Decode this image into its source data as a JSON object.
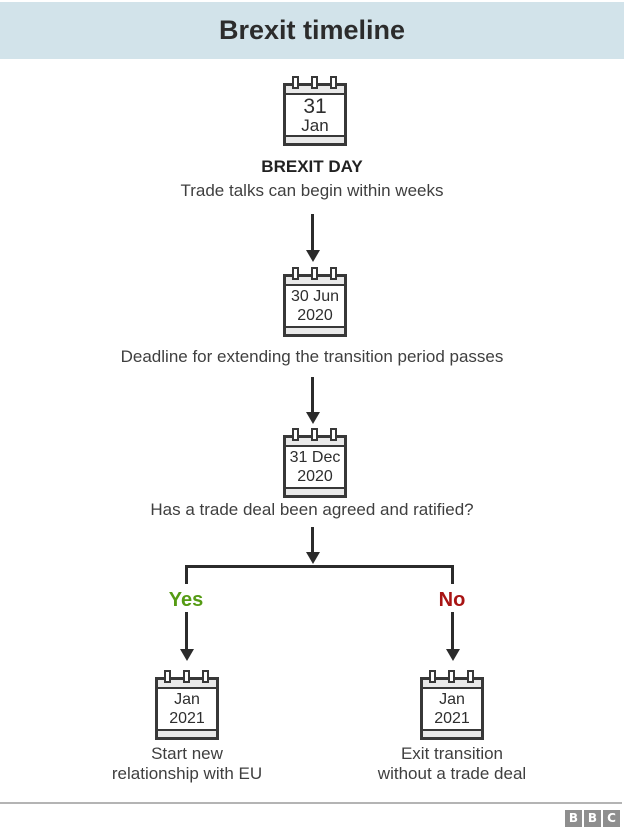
{
  "header": {
    "title": "Brexit timeline"
  },
  "steps": {
    "brexit_day": {
      "calendar": {
        "line1": "31",
        "line2": "Jan"
      },
      "heading": "BREXIT DAY",
      "caption": "Trade talks can begin within weeks"
    },
    "transition_deadline": {
      "calendar": {
        "line1": "30 Jun",
        "line2": "2020"
      },
      "caption": "Deadline for extending the transition period passes"
    },
    "trade_deal_question": {
      "calendar": {
        "line1": "31 Dec",
        "line2": "2020"
      },
      "caption": "Has a trade deal been agreed and ratified?"
    }
  },
  "branch": {
    "yes": {
      "label": "Yes",
      "calendar": {
        "line1": "Jan",
        "line2": "2021"
      },
      "caption": "Start new\nrelationship with EU"
    },
    "no": {
      "label": "No",
      "calendar": {
        "line1": "Jan",
        "line2": "2021"
      },
      "caption": "Exit transition\nwithout a trade deal"
    }
  },
  "footer": {
    "logo": [
      "B",
      "B",
      "C"
    ]
  },
  "colors": {
    "header-bg": "#d2e3ea",
    "yes-green": "#559b14",
    "no-red": "#a81414",
    "line": "#2b2b2b",
    "calendar-band": "#e9e9e9",
    "logo-gray": "#8e8e8e",
    "divider": "#b4b4b4",
    "text": "#3f3f3f"
  }
}
